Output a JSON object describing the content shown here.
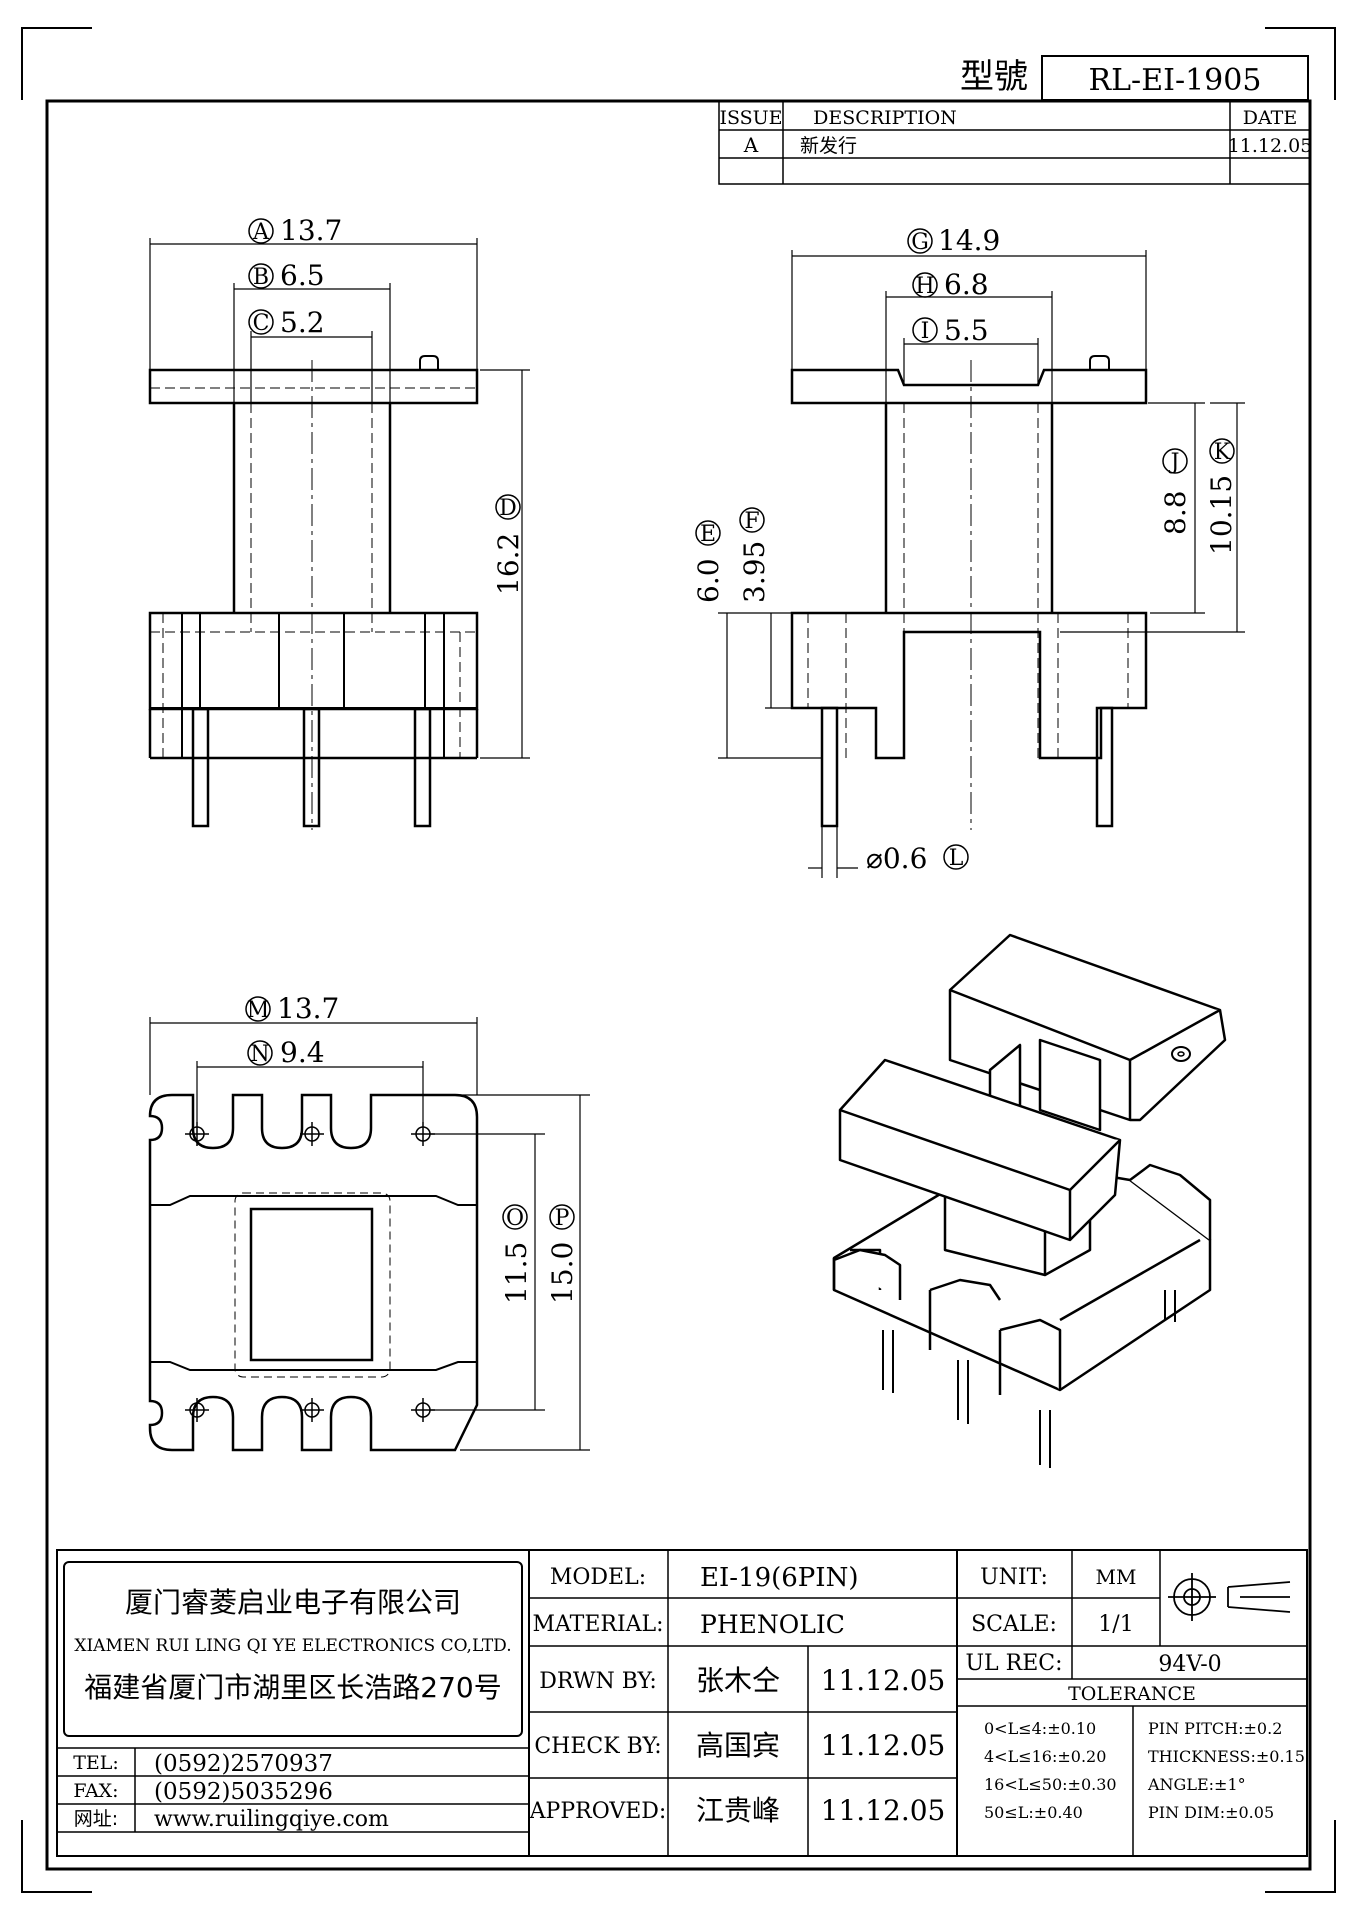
{
  "header": {
    "model_label": "型號",
    "model_value": "RL-EI-1905"
  },
  "revision": {
    "col_issue": "ISSUE",
    "col_description": "DESCRIPTION",
    "col_date": "DATE",
    "rows": [
      {
        "issue": "A",
        "description": "新发行",
        "date": "11.12.05"
      }
    ]
  },
  "dims": {
    "A": {
      "letter": "A",
      "value": "13.7"
    },
    "B": {
      "letter": "B",
      "value": "6.5"
    },
    "C": {
      "letter": "C",
      "value": "5.2"
    },
    "D": {
      "letter": "D",
      "value": "16.2"
    },
    "E": {
      "letter": "E",
      "value": "6.0"
    },
    "F": {
      "letter": "F",
      "value": "3.95"
    },
    "G": {
      "letter": "G",
      "value": "14.9"
    },
    "H": {
      "letter": "H",
      "value": "6.8"
    },
    "I": {
      "letter": "I",
      "value": "5.5"
    },
    "J": {
      "letter": "J",
      "value": "8.8"
    },
    "K": {
      "letter": "K",
      "value": "10.15"
    },
    "L": {
      "letter": "L",
      "value": "⌀0.6"
    },
    "M": {
      "letter": "M",
      "value": "13.7"
    },
    "N": {
      "letter": "N",
      "value": "9.4"
    },
    "O": {
      "letter": "O",
      "value": "11.5"
    },
    "P": {
      "letter": "P",
      "value": "15.0"
    }
  },
  "company": {
    "name_cn": "厦门睿菱启业电子有限公司",
    "name_en": "XIAMEN RUI LING QI YE ELECTRONICS CO,LTD.",
    "address": "福建省厦门市湖里区长浩路270号",
    "tel_label": "TEL:",
    "tel": "(0592)2570937",
    "fax_label": "FAX:",
    "fax": "(0592)5035296",
    "web_label": "网址:",
    "web": "www.ruilingqiye.com"
  },
  "title_block": {
    "model_label": "MODEL:",
    "model": "EI-19(6PIN)",
    "material_label": "MATERIAL:",
    "material": "PHENOLIC",
    "drawn_label": "DRWN BY:",
    "drawn_by": "张木仝",
    "drawn_date": "11.12.05",
    "check_label": "CHECK BY:",
    "check_by": "高国宾",
    "check_date": "11.12.05",
    "approved_label": "APPROVED:",
    "approved_by": "江贵峰",
    "approved_date": "11.12.05",
    "unit_label": "UNIT:",
    "unit": "MM",
    "scale_label": "SCALE:",
    "scale": "1/1",
    "ul_label": "UL REC:",
    "ul": "94V-0",
    "tolerance_label": "TOLERANCE",
    "tol_left": [
      "0<L≤4:±0.10",
      "4<L≤16:±0.20",
      "16<L≤50:±0.30",
      "50≤L:±0.40"
    ],
    "tol_right": [
      "PIN PITCH:±0.2",
      "THICKNESS:±0.15",
      "ANGLE:±1°",
      "PIN DIM:±0.05"
    ]
  }
}
